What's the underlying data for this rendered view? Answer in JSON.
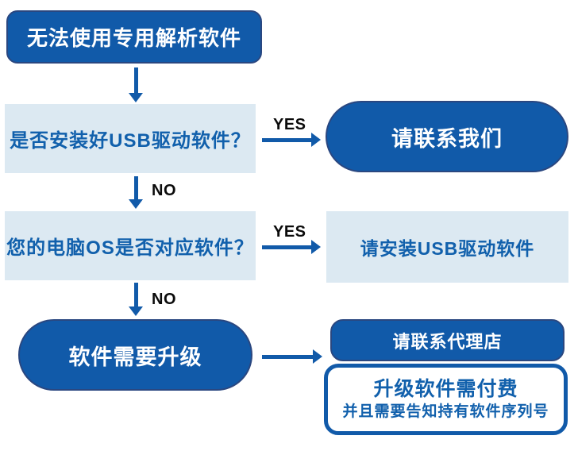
{
  "colors": {
    "dark_blue": "#115AA9",
    "light_blue": "#DCE9F2",
    "text_blue": "#1160AC",
    "label_dark": "#0B0B0B",
    "edge_navy": "#2A4780"
  },
  "nodes": {
    "start": "无法使用专用解析软件",
    "q_usb_driver": "是否安装好USB驱动软件？",
    "contact_us": "请联系我们",
    "q_os_support": "您的电脑OS是否对应软件？",
    "install_usb_driver": "请安装USB驱动软件",
    "software_upgrade": "软件需要升级",
    "contact_dealer": "请联系代理店",
    "upgrade_fee_line1": "升级软件需付费",
    "upgrade_fee_line2": "并且需要告知持有软件序列号"
  },
  "edge_labels": {
    "yes1": "YES",
    "no1": "NO",
    "yes2": "YES",
    "no2": "NO"
  }
}
